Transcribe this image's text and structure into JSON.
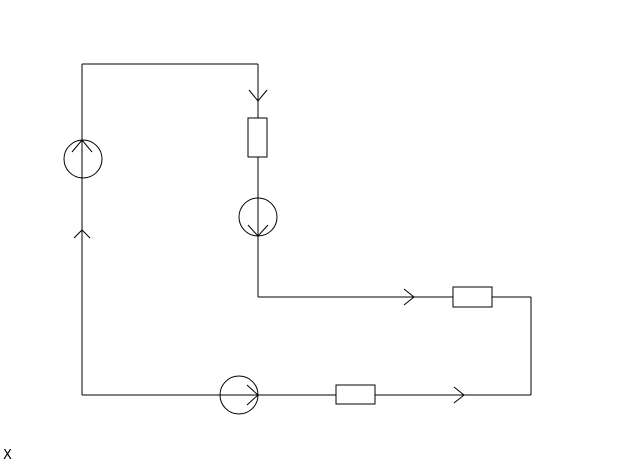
{
  "diagram": {
    "type": "circuit-schematic",
    "corner_label": "X",
    "components": [
      {
        "kind": "voltage-source",
        "name": "left-source"
      },
      {
        "kind": "resistor",
        "name": "top-resistor"
      },
      {
        "kind": "voltage-source",
        "name": "middle-source"
      },
      {
        "kind": "resistor",
        "name": "right-resistor"
      },
      {
        "kind": "resistor",
        "name": "bottom-resistor"
      },
      {
        "kind": "voltage-source",
        "name": "bottom-source"
      }
    ]
  }
}
